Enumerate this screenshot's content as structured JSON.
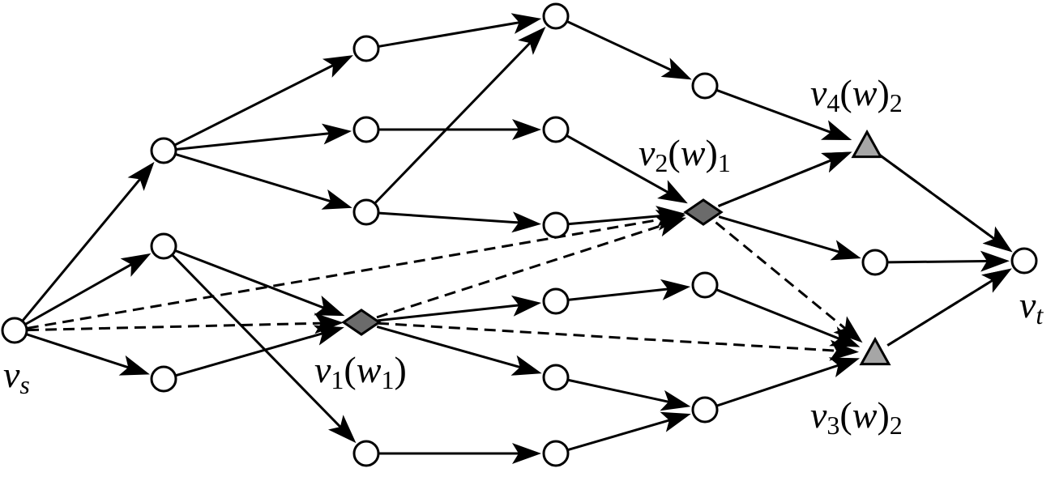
{
  "diagram": {
    "type": "directed-graph",
    "colors": {
      "edge": "#000000",
      "node_fill": "#ffffff",
      "diamond_fill": "#6b6b6b",
      "triangle_fill": "#a6a6a6"
    },
    "labels": {
      "vs": {
        "main": "v",
        "sub": "s"
      },
      "vt": {
        "main": "v",
        "sub": "t"
      },
      "v1": {
        "main": "v",
        "sub": "1",
        "open": "(",
        "w": "w",
        "wsub": "1",
        "close": ")"
      },
      "v2": {
        "main": "v",
        "sub": "2",
        "open": "(",
        "w": "w",
        "close": ")",
        "after": "1"
      },
      "v3": {
        "main": "v",
        "sub": "3",
        "open": "(",
        "w": "w",
        "close": ")",
        "after": "2"
      },
      "v4": {
        "main": "v",
        "sub": "4",
        "open": "(",
        "w": "w",
        "close": ")",
        "after": "2"
      }
    },
    "nodes": [
      {
        "id": "vs",
        "shape": "circle"
      },
      {
        "id": "a1",
        "shape": "circle"
      },
      {
        "id": "a2",
        "shape": "circle"
      },
      {
        "id": "a3",
        "shape": "circle"
      },
      {
        "id": "b1",
        "shape": "circle"
      },
      {
        "id": "b2",
        "shape": "circle"
      },
      {
        "id": "b3",
        "shape": "circle"
      },
      {
        "id": "b4",
        "shape": "circle"
      },
      {
        "id": "v1",
        "shape": "diamond"
      },
      {
        "id": "c1",
        "shape": "circle"
      },
      {
        "id": "c2",
        "shape": "circle"
      },
      {
        "id": "c3",
        "shape": "circle"
      },
      {
        "id": "c4",
        "shape": "circle"
      },
      {
        "id": "c5",
        "shape": "circle"
      },
      {
        "id": "c6",
        "shape": "circle"
      },
      {
        "id": "v2",
        "shape": "diamond"
      },
      {
        "id": "d1",
        "shape": "circle"
      },
      {
        "id": "d2",
        "shape": "circle"
      },
      {
        "id": "d3",
        "shape": "circle"
      },
      {
        "id": "v4",
        "shape": "triangle"
      },
      {
        "id": "v3",
        "shape": "triangle"
      },
      {
        "id": "e1",
        "shape": "circle"
      },
      {
        "id": "vt",
        "shape": "circle"
      }
    ],
    "edges": [
      {
        "from": "vs",
        "to": "a1",
        "style": "solid"
      },
      {
        "from": "vs",
        "to": "a2",
        "style": "solid"
      },
      {
        "from": "vs",
        "to": "a3",
        "style": "solid"
      },
      {
        "from": "a1",
        "to": "b1",
        "style": "solid"
      },
      {
        "from": "a1",
        "to": "b2",
        "style": "solid"
      },
      {
        "from": "a1",
        "to": "b3",
        "style": "solid"
      },
      {
        "from": "a2",
        "to": "v1",
        "style": "solid"
      },
      {
        "from": "a2",
        "to": "b4",
        "style": "solid"
      },
      {
        "from": "a3",
        "to": "v1",
        "style": "solid"
      },
      {
        "from": "b1",
        "to": "c1",
        "style": "solid"
      },
      {
        "from": "b3",
        "to": "c1",
        "style": "solid"
      },
      {
        "from": "b2",
        "to": "c2",
        "style": "solid"
      },
      {
        "from": "b3",
        "to": "c3",
        "style": "solid"
      },
      {
        "from": "b4",
        "to": "c6",
        "style": "solid"
      },
      {
        "from": "v1",
        "to": "c4",
        "style": "solid"
      },
      {
        "from": "v1",
        "to": "c5",
        "style": "solid"
      },
      {
        "from": "c1",
        "to": "d1",
        "style": "solid"
      },
      {
        "from": "c2",
        "to": "v2",
        "style": "solid"
      },
      {
        "from": "c3",
        "to": "v2",
        "style": "solid"
      },
      {
        "from": "c4",
        "to": "d2",
        "style": "solid"
      },
      {
        "from": "c5",
        "to": "d3",
        "style": "solid"
      },
      {
        "from": "c6",
        "to": "d3",
        "style": "solid"
      },
      {
        "from": "d1",
        "to": "v4",
        "style": "solid"
      },
      {
        "from": "v2",
        "to": "v4",
        "style": "solid"
      },
      {
        "from": "v2",
        "to": "e1",
        "style": "solid"
      },
      {
        "from": "d2",
        "to": "v3",
        "style": "solid"
      },
      {
        "from": "d3",
        "to": "v3",
        "style": "solid"
      },
      {
        "from": "v4",
        "to": "vt",
        "style": "solid"
      },
      {
        "from": "e1",
        "to": "vt",
        "style": "solid"
      },
      {
        "from": "v3",
        "to": "vt",
        "style": "solid"
      },
      {
        "from": "vs",
        "to": "v1",
        "style": "dashed"
      },
      {
        "from": "vs",
        "to": "v2",
        "style": "dashed"
      },
      {
        "from": "v1",
        "to": "v2",
        "style": "dashed"
      },
      {
        "from": "v1",
        "to": "v3",
        "style": "dashed"
      },
      {
        "from": "v2",
        "to": "v4",
        "style": "dashed"
      },
      {
        "from": "v2",
        "to": "v3",
        "style": "dashed"
      },
      {
        "from": "v4",
        "to": "vt",
        "style": "dashed"
      },
      {
        "from": "v3",
        "to": "vt",
        "style": "dashed"
      }
    ]
  }
}
